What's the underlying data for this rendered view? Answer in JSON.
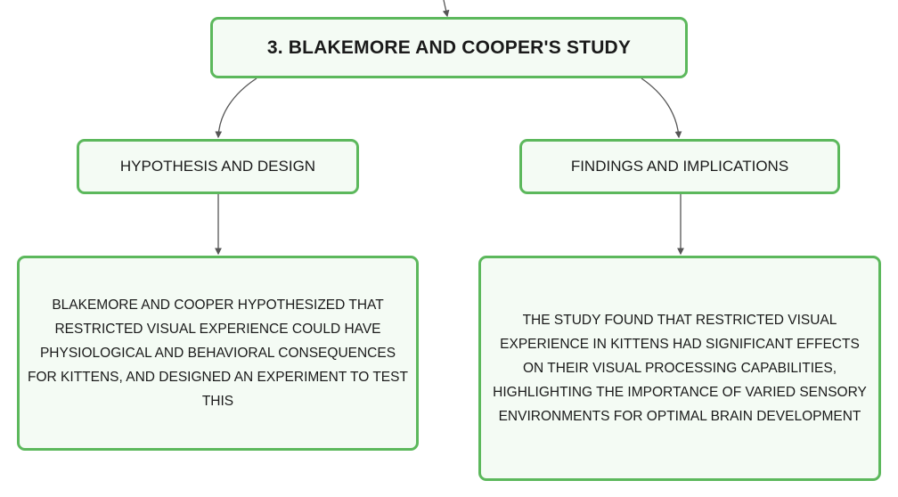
{
  "root": {
    "label": "3. BLAKEMORE AND COOPER'S STUDY"
  },
  "branches": [
    {
      "label": "HYPOTHESIS AND DESIGN",
      "detail": "BLAKEMORE AND COOPER HYPOTHESIZED THAT RESTRICTED VISUAL EXPERIENCE COULD HAVE PHYSIOLOGICAL AND BEHAVIORAL CONSEQUENCES FOR KITTENS, AND DESIGNED AN EXPERIMENT TO TEST THIS"
    },
    {
      "label": "FINDINGS AND IMPLICATIONS",
      "detail": "THE STUDY FOUND THAT RESTRICTED VISUAL EXPERIENCE IN KITTENS HAD SIGNIFICANT EFFECTS ON THEIR VISUAL PROCESSING CAPABILITIES, HIGHLIGHTING THE IMPORTANCE OF VARIED SENSORY ENVIRONMENTS FOR OPTIMAL BRAIN DEVELOPMENT"
    }
  ],
  "colors": {
    "node_border": "#5cb85c",
    "node_fill": "#f4fbf4",
    "connector": "#555555",
    "text": "#1a1a1a"
  }
}
